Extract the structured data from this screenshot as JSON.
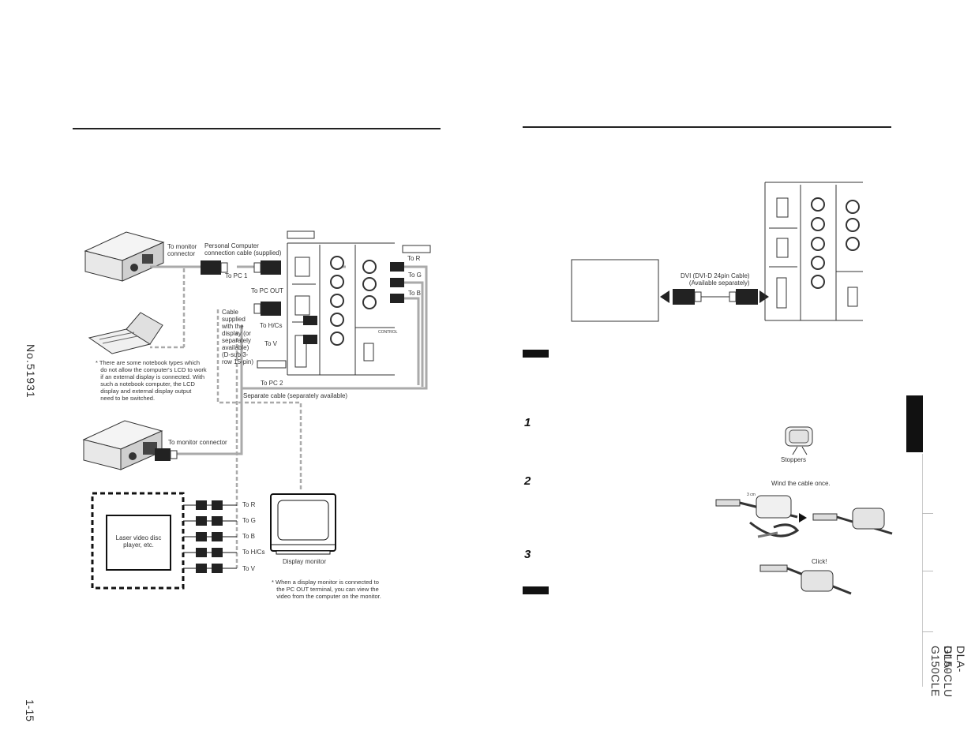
{
  "margin": {
    "doc_number": "No.51931",
    "page_number": "1-15",
    "model_line1": "DLA-G150CLU",
    "model_line2": "DLA-G150CLE"
  },
  "left_diagram": {
    "labels": {
      "to_monitor_connector_top": "To monitor\nconnector",
      "pc_cable": "Personal Computer\nconnection cable (supplied)",
      "to_pc1": "To PC 1",
      "to_pc_out": "To PC OUT",
      "cable_supplied": "Cable\nsupplied\nwith the\ndisplay (or\nseparately\navailable)\n(D-sub 3-\nrow 15-pin)",
      "to_hcs": "To H/Cs",
      "to_v": "To V",
      "to_r": "To R",
      "to_g": "To G",
      "to_b": "To B",
      "to_pc2": "To PC 2",
      "separate_cable": "Separate cable (separately available)",
      "notebook_note": "* There are some notebook types which\n   do not allow the computer's LCD to work\n   if an external display is connected. With\n   such a notebook computer, the LCD\n   display and external display output\n   need to be switched.",
      "to_monitor_connector_mid": "To monitor connector",
      "laser_player": "Laser video disc\nplayer, etc.",
      "out_to_r": "To R",
      "out_to_g": "To G",
      "out_to_b": "To B",
      "out_to_hcs": "To H/Cs",
      "out_to_v": "To V",
      "display_monitor": "Display monitor",
      "monitor_note": "* When a display monitor is connected to\n   the PC OUT terminal, you can view the\n   video from the computer on the monitor.",
      "control": "CONTROL"
    }
  },
  "right_diagram": {
    "labels": {
      "dvi_cable": "DVI (DVI-D 24pin Cable)\n(Available separately)",
      "stoppers": "Stoppers",
      "wind_cable": "Wind the cable once.",
      "three_cm": "3 cm",
      "click": "Click!"
    },
    "steps": [
      "1",
      "2",
      "3"
    ]
  }
}
